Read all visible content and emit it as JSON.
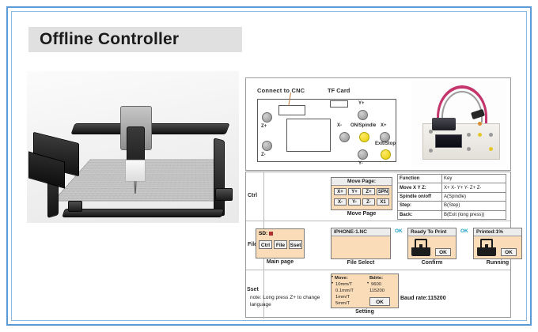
{
  "page": {
    "title": "Offline Controller",
    "frame_color": "#5b9bd5",
    "title_bar_bg": "#e0e0e0"
  },
  "machine_photo": {
    "alt": "cnc-router-machine"
  },
  "board_photo": {
    "alt": "offline-controller-board-with-ribbon-cable",
    "ribbon_color": "#c3356b"
  },
  "faceplate": {
    "connector_label": "Connect to CNC",
    "tf_card_label": "TF Card",
    "buttons": [
      {
        "id": "z-plus",
        "label": "Z+",
        "color": "grey"
      },
      {
        "id": "z-minus",
        "label": "Z-",
        "color": "grey"
      },
      {
        "id": "y-plus",
        "label": "Y+",
        "color": "grey"
      },
      {
        "id": "x-minus",
        "label": "X-",
        "color": "grey"
      },
      {
        "id": "spindle",
        "label": "ON/Spindle",
        "color": "yellow"
      },
      {
        "id": "x-plus",
        "label": "X+",
        "color": "grey"
      },
      {
        "id": "y-minus",
        "label": "Y-",
        "color": "grey"
      },
      {
        "id": "exit-stop",
        "label": "Exit/Stop",
        "color": "yellow"
      }
    ]
  },
  "function_table": {
    "headers": [
      "Function",
      "Key"
    ],
    "rows": [
      [
        "Move X Y Z:",
        "X+  X-  Y+  Y-  Z+  Z-"
      ],
      [
        "Spindle on/off",
        "A(Spindle)"
      ],
      [
        "Step:",
        "B(Step)"
      ],
      [
        "Back:",
        "B(Exit (long press))"
      ]
    ]
  },
  "flow": {
    "side_labels": {
      "ctrl": "Ctrl",
      "file": "File",
      "sset": "Sset"
    },
    "main_page": {
      "sd_label": "SD:",
      "buttons": [
        "Ctrl",
        "File",
        "Sset"
      ],
      "caption": "Main page"
    },
    "move_page": {
      "header": "Move Page:",
      "keys": [
        "X+",
        "Y+",
        "Z+",
        "SPN",
        "X-",
        "Y-",
        "Z-",
        "X1"
      ],
      "caption": "Move Page"
    },
    "file_select": {
      "filename": "IPHONE-1.NC",
      "caption": "File Select"
    },
    "confirm": {
      "header": "Ready To Print",
      "ok_label": "OK",
      "caption": "Confirm",
      "arrow_label": "OK"
    },
    "running": {
      "header": "Printed:1%",
      "ok_label": "OK",
      "caption": "Running",
      "arrow_label": "OK"
    },
    "setting": {
      "col1_head": "Move:",
      "col2_head": "Bdrte:",
      "move_options": [
        "10mm/T",
        "0.1mm/T",
        "1mm/T",
        "5mm/T"
      ],
      "baud_options": [
        "9600",
        "115200"
      ],
      "ok_label": "OK",
      "caption": "Setting"
    }
  },
  "note": "note: Long press Z+ to change language",
  "baud_rate_text": "Baud rate:115200"
}
